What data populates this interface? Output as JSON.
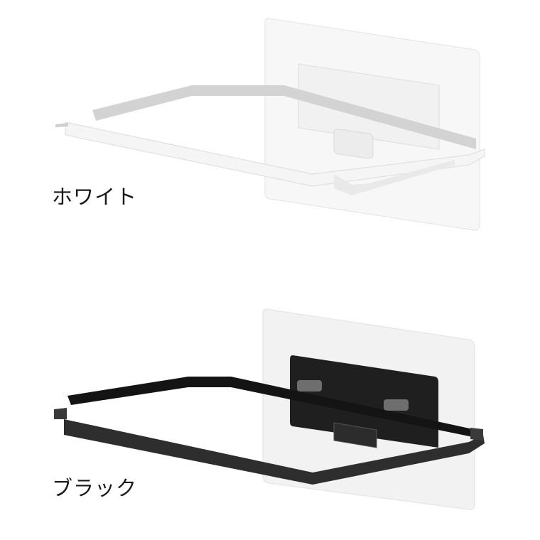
{
  "variants": [
    {
      "id": "white",
      "label": "ホワイト",
      "colors": {
        "frame": "#f4f4f4",
        "frame_shadow": "#c9c9c9",
        "plate": "#f7f7f7",
        "plate_edge": "#e6e6e6",
        "mount": "#f2f2f2"
      }
    },
    {
      "id": "black",
      "label": "ブラック",
      "colors": {
        "frame": "#2a2a2a",
        "frame_shadow": "#111111",
        "plate": "#f3f3f3",
        "plate_edge": "#e2e2e2",
        "mount": "#1e1e1e"
      }
    }
  ]
}
